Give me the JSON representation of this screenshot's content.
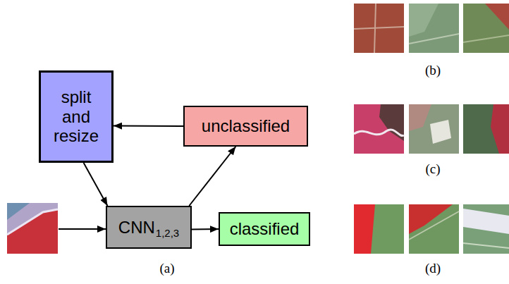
{
  "diagram": {
    "nodes": [
      {
        "text": [
          "split and resize"
        ]
      },
      {
        "text": [
          "unclassified"
        ]
      },
      {
        "text": [
          "CNN",
          "1,2,3"
        ]
      },
      {
        "text": [
          "classified"
        ]
      }
    ],
    "edges": [
      {
        "from": 2,
        "to": 1,
        "arrow": "to"
      },
      {
        "from": 1,
        "to": 0,
        "arrow": "to"
      },
      {
        "from": 0,
        "to": 2,
        "arrow": "to"
      },
      {
        "from": 2,
        "to": 3,
        "arrow": "to"
      }
    ],
    "labels": [
      "(a)",
      "(b)",
      "(c)",
      "(d)"
    ]
  }
}
